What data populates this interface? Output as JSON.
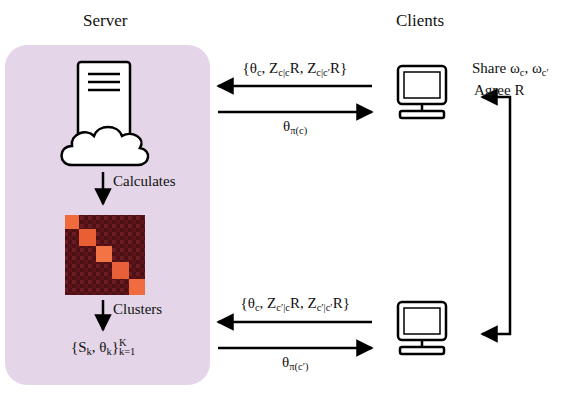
{
  "diagram": {
    "nodes": [
      {
        "text": [
          "Server",
          "Calculates",
          "Clusters",
          "{Sk, θk}Kk=1"
        ]
      }
    ],
    "labels": [
      "Clients",
      "{θc, Zc|cR, Zc|c′R}",
      "θπ(c)",
      "{θc, Zc′|cR, Zc′|c′R}",
      "θπ(c′)",
      "Share ωc, ωc′",
      "Agree R"
    ]
  }
}
